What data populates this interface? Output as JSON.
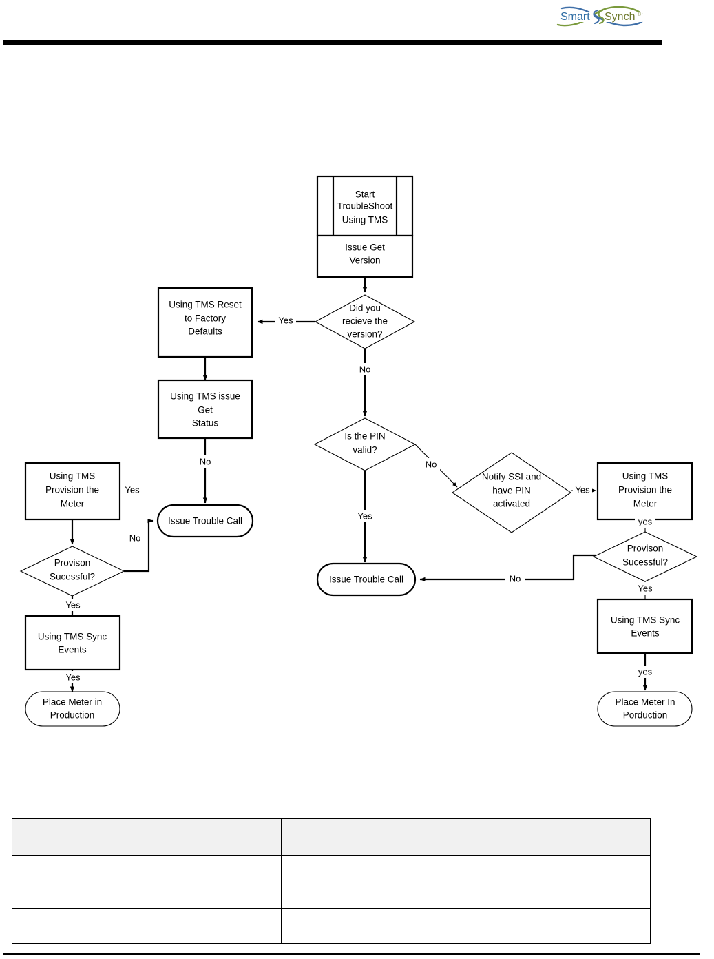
{
  "header": {
    "logo": {
      "name": "smartsynch-logo",
      "text_primary": "Smart",
      "text_secondary": "Synch",
      "trademark": "®",
      "color_primary": "#2e6da4",
      "color_secondary": "#6f7a2e",
      "swoosh_blue": "#3f6fa8",
      "swoosh_green": "#7a9a3c"
    }
  },
  "flowchart": {
    "nodes": {
      "start_process": {
        "label": "Start\nTroubleShoot\nUsing TMS",
        "line1": "Start",
        "line2": "TroubleShoot",
        "line3": "Using TMS",
        "shape": "predefined-process"
      },
      "issue_get_version": {
        "line1": "Issue Get",
        "line2": "Version",
        "shape": "process"
      },
      "did_you_receive_version": {
        "line1": "Did you",
        "line2": "recieve the",
        "line3": "version?",
        "shape": "decision"
      },
      "reset_to_factory": {
        "line1": "Using TMS Reset",
        "line2": "to Factory",
        "line3": "Defaults",
        "shape": "process"
      },
      "issue_get_status": {
        "line1": "Using TMS issue",
        "line2": "Get",
        "line3": "Status",
        "shape": "process"
      },
      "issue_trouble_call_left": {
        "line1": "Issue Trouble Call",
        "shape": "terminator"
      },
      "provision_meter_left": {
        "line1": "Using TMS",
        "line2": "Provision the",
        "line3": "Meter",
        "shape": "process"
      },
      "provision_successful_left": {
        "line1": "Provison",
        "line2": "Sucessful?",
        "shape": "decision"
      },
      "sync_events_left": {
        "line1": "Using TMS Sync",
        "line2": "Events",
        "shape": "process"
      },
      "place_meter_production_left": {
        "line1": "Place Meter in",
        "line2": "Production",
        "shape": "terminator"
      },
      "is_pin_valid": {
        "line1": "Is the PIN",
        "line2": "valid?",
        "shape": "decision"
      },
      "notify_ssi": {
        "line1": "Notify SSI and",
        "line2": "have PIN",
        "line3": "activated",
        "shape": "decision"
      },
      "issue_trouble_call_center": {
        "line1": "Issue Trouble Call",
        "shape": "terminator"
      },
      "provision_meter_right": {
        "line1": "Using TMS",
        "line2": "Provision the",
        "line3": "Meter",
        "shape": "process"
      },
      "provision_successful_right": {
        "line1": "Provison",
        "line2": "Sucessful?",
        "shape": "decision"
      },
      "sync_events_right": {
        "line1": "Using TMS Sync",
        "line2": "Events",
        "shape": "process"
      },
      "place_meter_production_right": {
        "line1": "Place Meter In",
        "line2": "Porduction",
        "shape": "terminator"
      }
    },
    "edge_labels": {
      "version_yes": "Yes",
      "version_no": "No",
      "get_status_no": "No",
      "provision_left_yes": "Yes",
      "provision_left_no": "No",
      "provision_successful_left_yes": "Yes",
      "sync_left_yes": "Yes",
      "pin_valid_yes": "Yes",
      "pin_valid_no": "No",
      "notify_ssi_yes": "Yes",
      "provision_right_yes": "yes",
      "provision_successful_right_yes": "Yes",
      "provision_successful_right_no": "No",
      "sync_right_yes": "yes"
    }
  },
  "table": {
    "columns": [
      "",
      "",
      ""
    ],
    "header": [
      "",
      "",
      ""
    ],
    "rows": [
      [
        "",
        "",
        ""
      ],
      [
        "",
        "",
        ""
      ]
    ]
  }
}
